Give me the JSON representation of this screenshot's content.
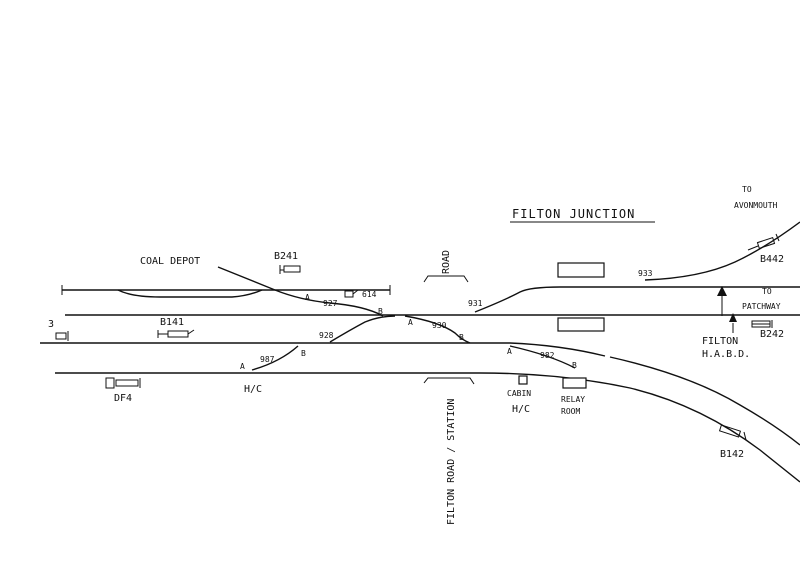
{
  "title": "FILTON JUNCTION",
  "labels": {
    "coal_depot": "COAL DEPOT",
    "road_top": "ROAD",
    "to_avonmouth_1": "TO",
    "to_avonmouth_2": "AVONMOUTH",
    "to_patchway_1": "TO",
    "to_patchway_2": "PATCHWAY",
    "filton_habd_1": "FILTON",
    "filton_habd_2": "H.A.B.D.",
    "filton_road_station": "FILTON ROAD / STATION",
    "cabin": "CABIN",
    "hc_left": "H/C",
    "hc_right": "H/C",
    "relay_room_1": "RELAY",
    "relay_room_2": "ROOM",
    "edge_3": "3"
  },
  "signals": {
    "b241": "B241",
    "s614": "614",
    "b141": "B141",
    "df4": "DF4",
    "b442": "B442",
    "b242": "B242",
    "b142": "B142"
  },
  "points": {
    "p927": "927",
    "p931": "931",
    "p933": "933",
    "p928": "928",
    "p930": "930",
    "p987": "987",
    "p982": "982",
    "end_a": "A",
    "end_b": "B"
  }
}
